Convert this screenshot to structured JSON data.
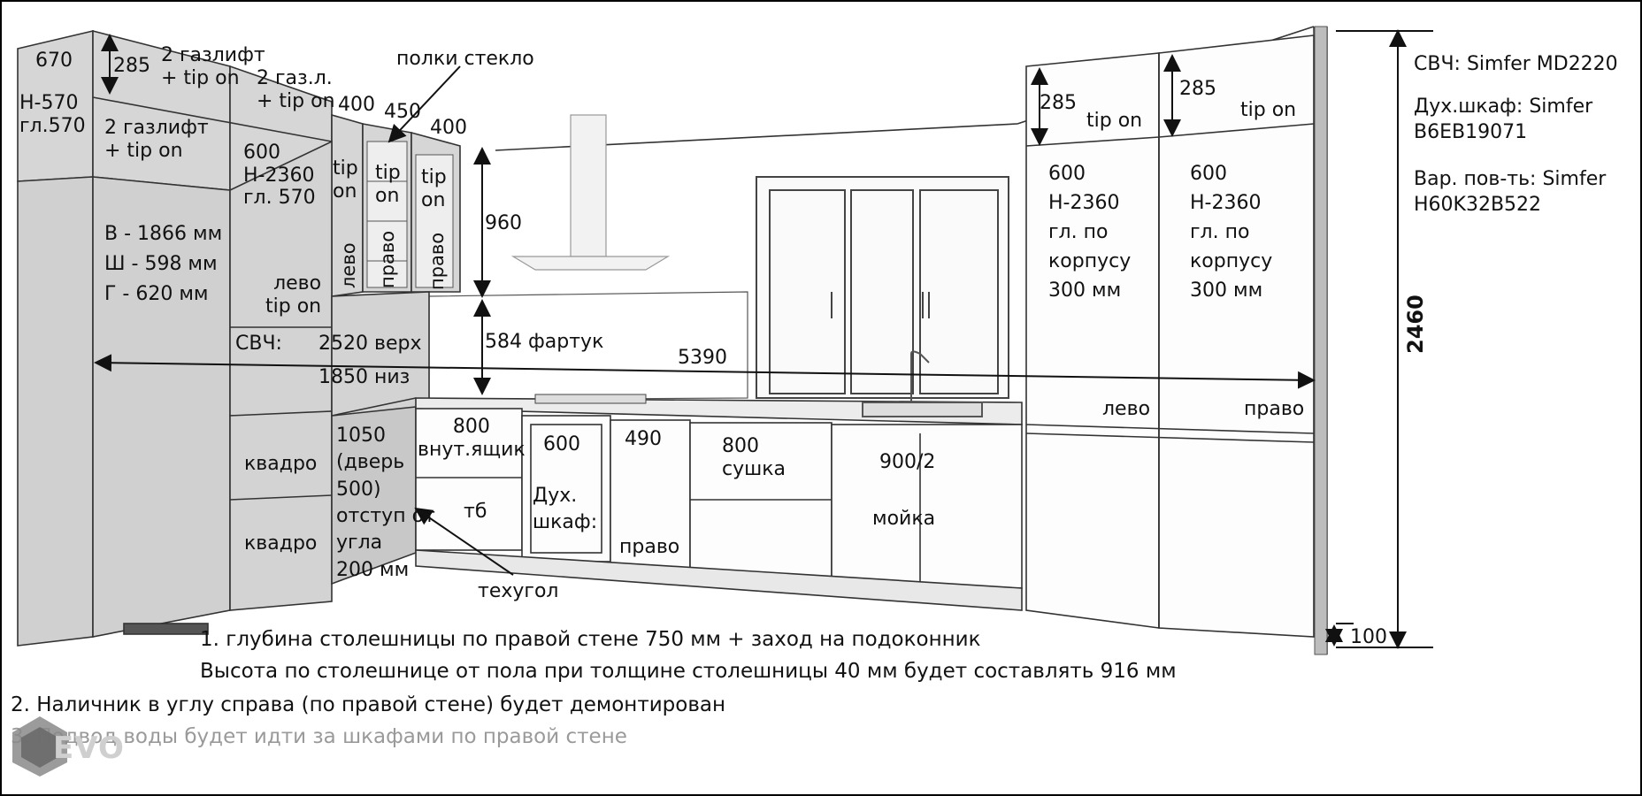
{
  "labels": {
    "w670": "670",
    "h570": "Н-570\nгл.570",
    "d285_left": "285",
    "gaslift_top": "2 газлифт\n+ tip on",
    "gasl_top2": "2 газ.л.\n+ tip on",
    "gaslift_bottom": "2 газлифт\n+ tip on",
    "d400_a": "400",
    "d450": "450",
    "d400_b": "400",
    "shelves_glass": "полки стекло",
    "col600": "600\nН-2360\nгл. 570",
    "tip_on_1": "tip\non",
    "tip_on_2": "tip\non",
    "tip_on_3": "tip\non",
    "d960": "960",
    "fridge": "В - 1866 мм\nШ - 598 мм\nГ - 620 мм",
    "left_tipon": "лево\ntip on",
    "microwave": "СВЧ:",
    "top2520": "2520 верх",
    "bottom1850": "1850 низ",
    "apron": "584 фартук",
    "width5390": "5390",
    "d800_drawer": "800\nвнут.ящик",
    "d600": "600",
    "d490": "490",
    "d800_dryer": "800\nсушка",
    "sink": "900/2",
    "sink_word": "мойка",
    "quadro1": "квадро",
    "quadro2": "квадро",
    "corner_door": "1050\n(дверь\n500)\nотступ от\nугла\n200 мм",
    "tb": "тб",
    "oven_label": "Дух.\nшкаф:",
    "right_490": "право",
    "techcorner": "техугол",
    "tall1": "600\nН-2360\nгл. по\nкорпусу\n300 мм",
    "tall2": "600\nН-2360\nгл. по\nкорпусу\n300 мм",
    "d285_r1": "285",
    "d285_r2": "285",
    "tipon_r1": "tip on",
    "tipon_r2": "tip on",
    "left_r": "лево",
    "right_r": "право",
    "microwave_model": "СВЧ: Simfer MD2220",
    "oven_model": "Дух.шкаф: Simfer\nB6EB19071",
    "hob_model": "Вар. пов-ть: Simfer\nH60K32B522",
    "height2460": "2460",
    "plinth100": "100"
  },
  "vertical_labels": {
    "levo_1": "лево",
    "pravo_1": "право",
    "pravo_2": "право"
  },
  "notes": {
    "n1": "1. глубина столешницы по правой стене 750 мм + заход на подоконник",
    "n1b": "Высота по столешнице от пола при толщине столешницы 40 мм будет составлять 916 мм",
    "n2": "2. Наличник в углу справа (по правой стене) будет демонтирован",
    "n3": "3. Подвод воды будет идти за шкафами по правой стене"
  },
  "watermark": "EVO"
}
